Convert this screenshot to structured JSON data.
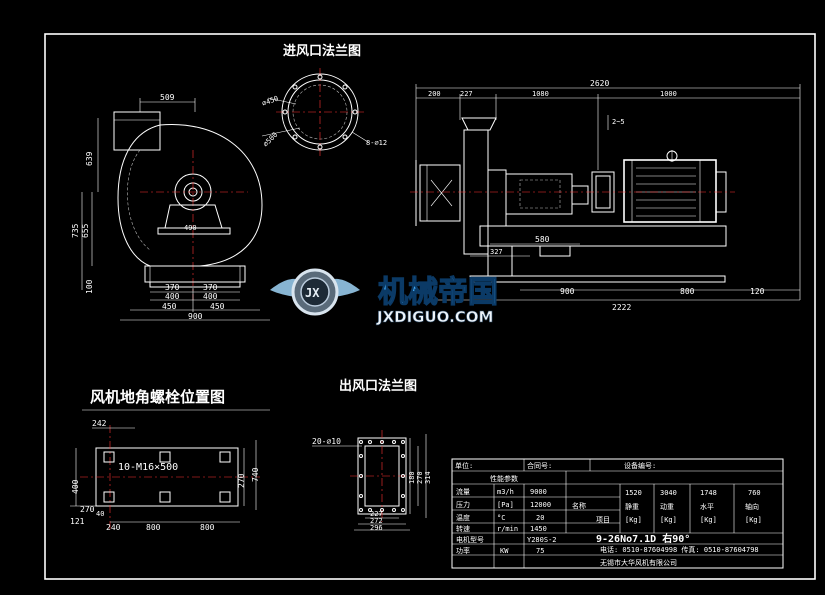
{
  "titles": {
    "inlet_flange": "进风口法兰图",
    "outlet_flange": "出风口法兰图",
    "bolt_layout": "风机地角螺栓位置图"
  },
  "watermark": {
    "brand_cn": "机械帝国",
    "brand_en": "JXDIGUO.COM",
    "logo_text": "JX"
  },
  "front_view": {
    "dims": {
      "d509": "509",
      "d639": "639",
      "d735": "735",
      "d655": "655",
      "d100": "100",
      "d370a": "370",
      "d370b": "370",
      "d400a": "400",
      "d400b": "400",
      "d450a": "450",
      "d450b": "450",
      "d900": "900",
      "d490": "490"
    }
  },
  "inlet_flange_view": {
    "d450": "⌀450",
    "d500": "⌀500",
    "bolt": "8-⌀12"
  },
  "side_view": {
    "dims": {
      "d2620": "2620",
      "d200": "200",
      "d227": "227",
      "d1080": "1080",
      "d1000": "1000",
      "d2_5": "2~5",
      "d580": "580",
      "d327": "327",
      "d900b": "900",
      "d800": "800",
      "d120": "120",
      "d2222": "2222"
    }
  },
  "bolt_layout_view": {
    "d242": "242",
    "spec": "10-M16×500",
    "d400": "400",
    "d270": "270",
    "d121": "121",
    "d740": "740",
    "d240": "240",
    "d800a": "800",
    "d800b": "800",
    "d270b": "270",
    "d40": "40"
  },
  "outlet_flange_view": {
    "bolt": "20-⌀10",
    "d180": "180",
    "d270": "270",
    "d314": "314",
    "d227": "227",
    "d272": "272",
    "d296": "296"
  },
  "table": {
    "unit_label": "单位:",
    "contract_label": "合同号:",
    "equip_label": "设备编号:",
    "perf_label": "性能参数",
    "rows": [
      {
        "name": "流量",
        "unit": "m3/h",
        "value": "9000"
      },
      {
        "name": "压力",
        "unit": "[Pa]",
        "value": "12000"
      },
      {
        "name": "温度",
        "unit": "°C",
        "value": "20"
      },
      {
        "name": "转速",
        "unit": "r/min",
        "value": "1450"
      },
      {
        "name": "电机型号",
        "unit": "",
        "value": "Y280S-2"
      },
      {
        "name": "功率",
        "unit": "KW",
        "value": "75"
      }
    ],
    "name_label": "名称",
    "item_label": "项目",
    "weights": [
      {
        "value": "1520",
        "label": "静重",
        "unit": "[Kg]"
      },
      {
        "value": "3040",
        "label": "动重",
        "unit": "[Kg]"
      },
      {
        "value": "1748",
        "label": "水平",
        "unit": "[Kg]"
      },
      {
        "value": "760",
        "label": "轴向",
        "unit": "[Kg]"
      }
    ],
    "model": "9-26No7.1D 右90°",
    "phone": "电话: 0510-87604998  传真: 0510-87604798",
    "company": "无锡市大华风机有限公司"
  },
  "colors": {
    "line": "#ffffff",
    "title": "#ffffff",
    "center": "#ff3333",
    "brand": "#3fa9f5",
    "background": "#000000"
  }
}
